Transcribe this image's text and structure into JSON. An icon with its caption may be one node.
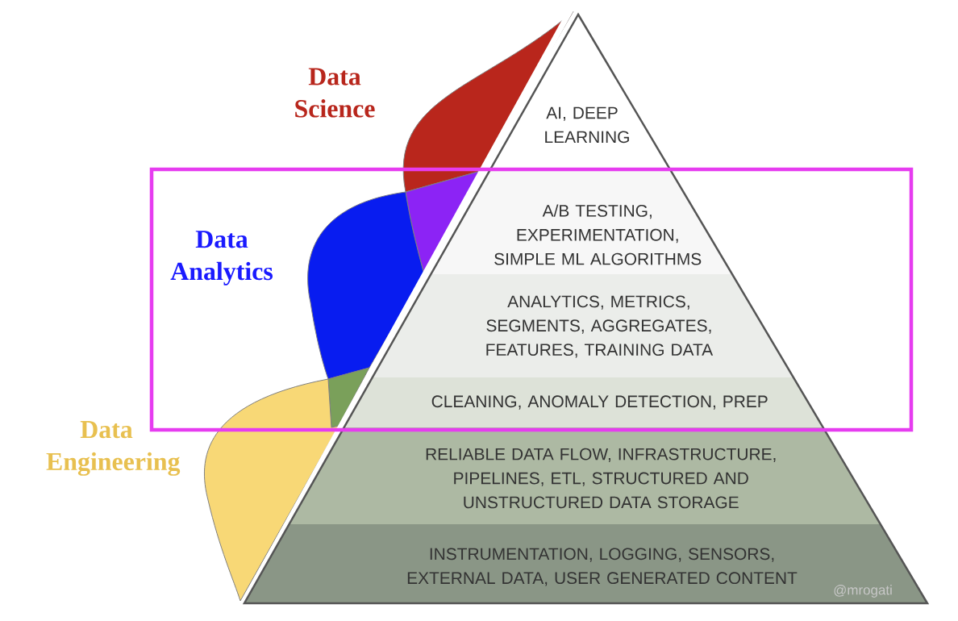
{
  "diagram": {
    "nodes": [
      {
        "text": [
          "AI, DEEP LEARNING"
        ]
      },
      {
        "text": [
          "A/B TESTING, EXPERIMENTATION, SIMPLE ML ALGORITHMS"
        ]
      },
      {
        "text": [
          "ANALYTICS, METRICS, SEGMENTS, AGGREGATES, FEATURES, TRAINING DATA"
        ]
      },
      {
        "text": [
          "CLEANING, ANOMALY DETECTION, PREP"
        ]
      },
      {
        "text": [
          "RELIABLE DATA FLOW, INFRASTRUCTURE, PIPELINES, ETL, STRUCTURED AND UNSTRUCTURED DATA STORAGE"
        ]
      },
      {
        "text": [
          "INSTRUMENTATION, LOGGING, SENSORS, EXTERNAL DATA, USER GENERATED CONTENT"
        ]
      }
    ],
    "labels": [
      "Data Science",
      "Data Analytics",
      "Data Engineering",
      "@mrogati"
    ]
  }
}
